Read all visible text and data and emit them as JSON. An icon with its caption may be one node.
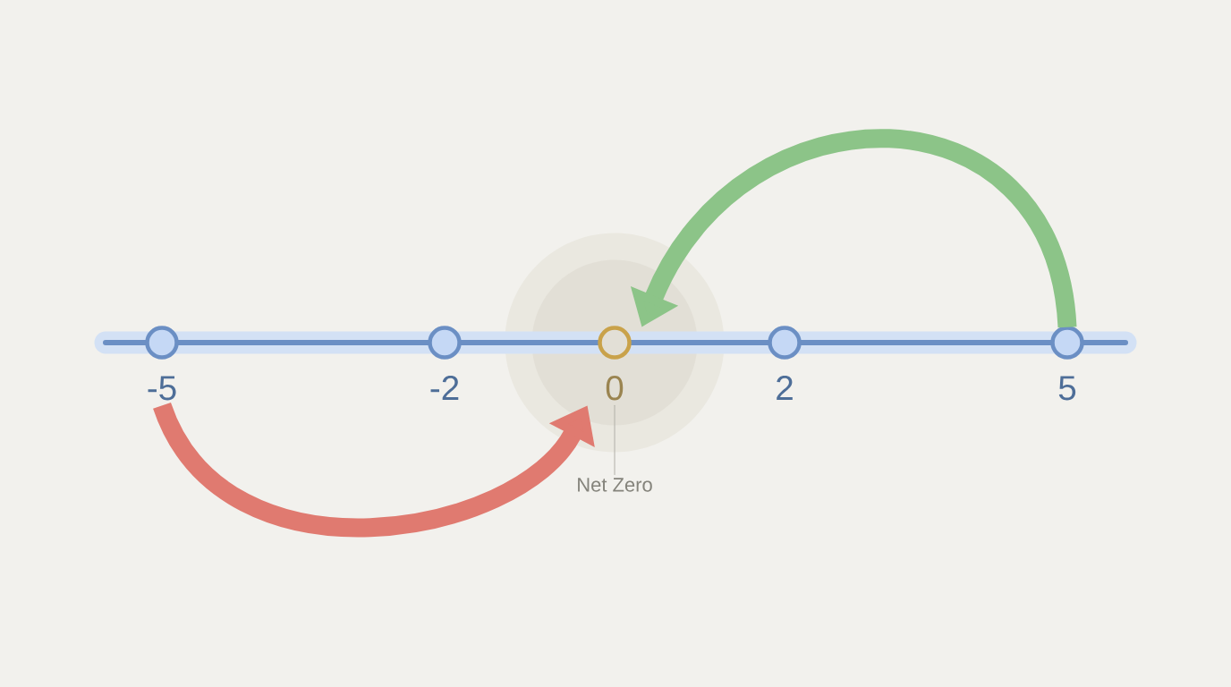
{
  "diagram": {
    "nodes": [
      {
        "text": [
          "-5"
        ]
      },
      {
        "text": [
          "-2"
        ]
      },
      {
        "text": [
          "0"
        ]
      },
      {
        "text": [
          "2"
        ]
      },
      {
        "text": [
          "5"
        ]
      },
      {
        "text": [
          "Net Zero"
        ]
      }
    ],
    "edges": [
      {
        "from": 0,
        "to": 2,
        "arrow": "to",
        "color": "#e07a70"
      },
      {
        "from": 4,
        "to": 2,
        "arrow": "to",
        "color": "#8cc488"
      },
      {
        "from": 5,
        "to": 2,
        "arrow": "none",
        "color": "#b4b3ab"
      }
    ]
  }
}
